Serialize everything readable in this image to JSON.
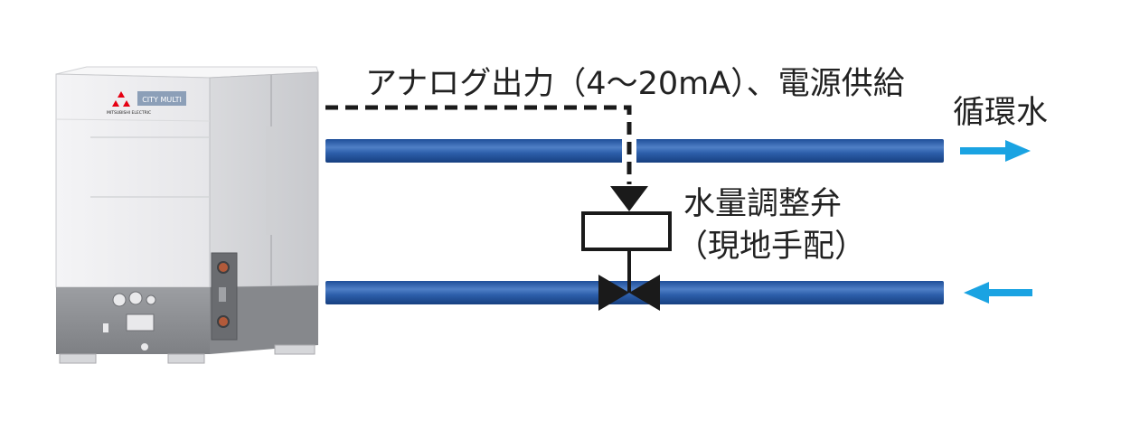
{
  "signal_label": "アナログ出力（4〜20mA）、電源供給",
  "circulation_label": "循環水",
  "valve_label": "水量調整弁",
  "valve_sublabel": "（現地手配）",
  "unit": {
    "brand_text": "MITSUBISHI ELECTRIC",
    "model_badge": "CITY MULTI"
  },
  "colors": {
    "pipe": "#2F5FA8",
    "pipe_highlight": "#5A86C8",
    "arrow": "#1AA3E2",
    "signal_line": "#1a1a1a",
    "unit_body": "#ECECEE",
    "unit_base": "#8E9094"
  },
  "icons": {
    "flow_out": "arrow-right-icon",
    "flow_in": "arrow-left-icon",
    "valve": "gate-valve-icon",
    "actuator": "valve-actuator-icon"
  }
}
